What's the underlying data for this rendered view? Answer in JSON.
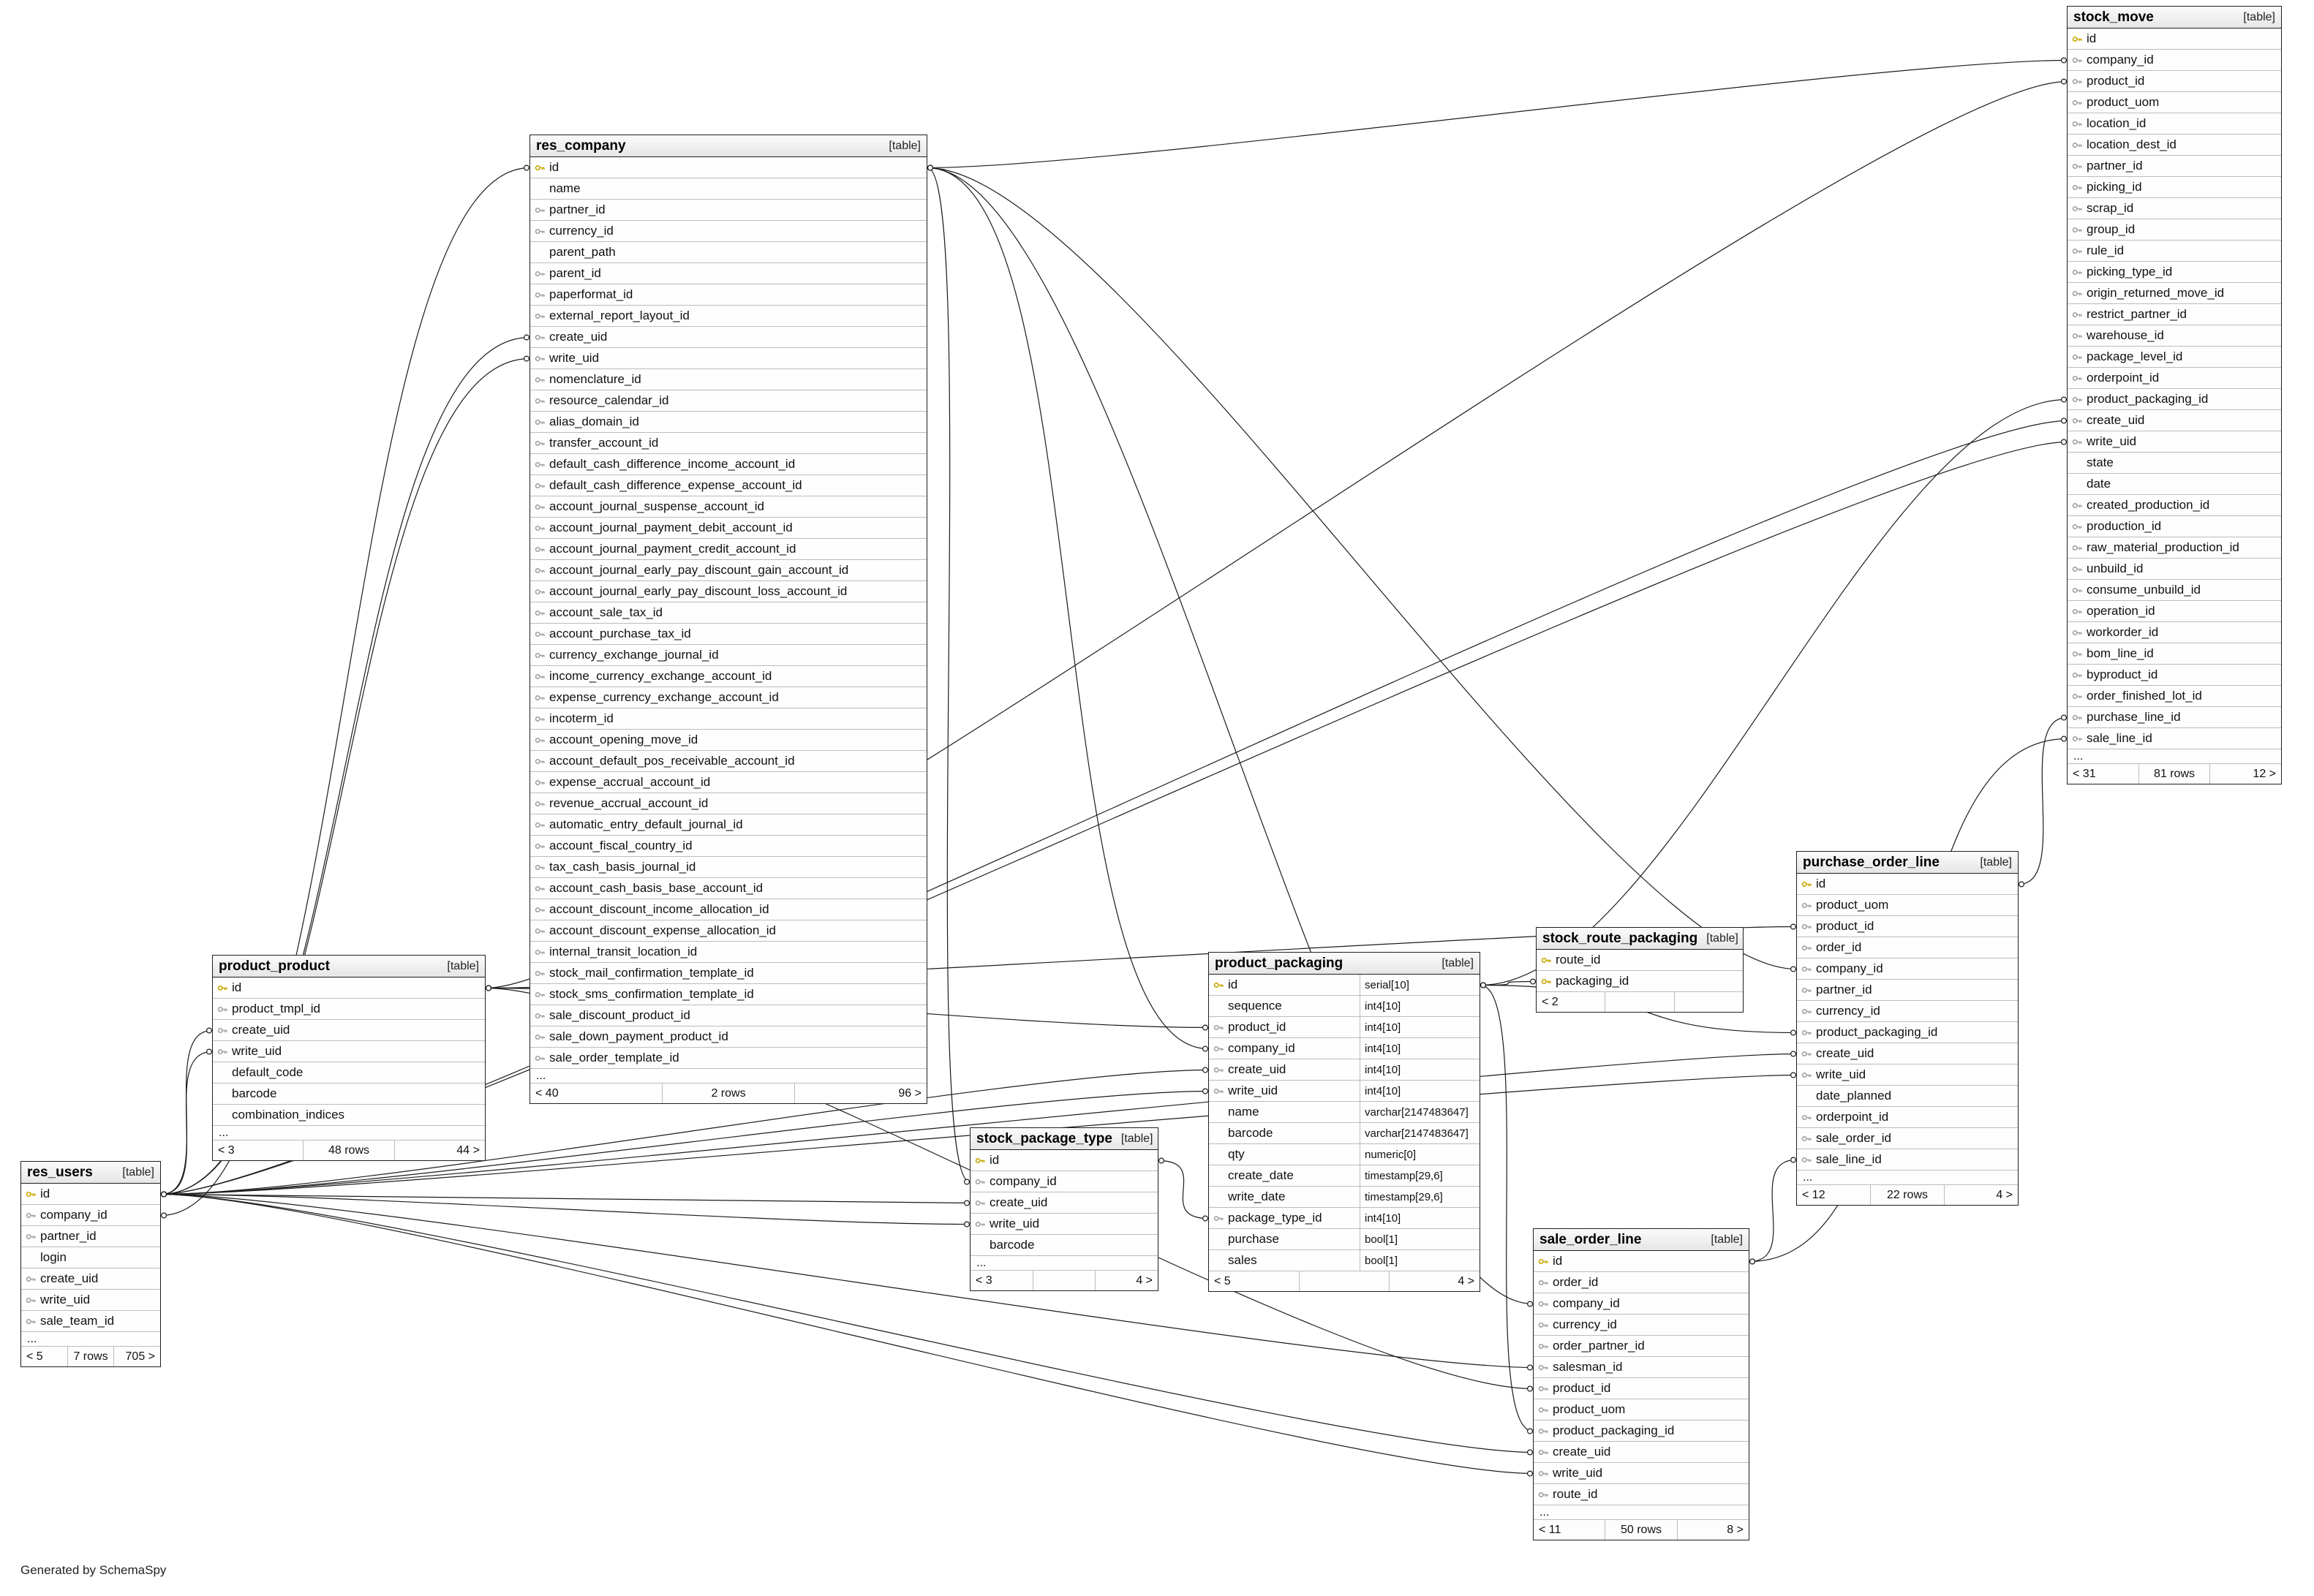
{
  "diagram": {
    "generator_note": "Generated by SchemaSpy",
    "ellipsis": "...",
    "colors": {
      "pk_key": "#c9a800",
      "fk_key": "#a3a3a3",
      "edge": "#1c1c1c"
    },
    "tables": [
      {
        "id": "stock_move",
        "name": "stock_move",
        "badge": "[table]",
        "show_types": false,
        "truncated": true,
        "footer": {
          "left": "< 31",
          "center": "81 rows",
          "right": "12 >"
        },
        "columns": [
          {
            "name": "id",
            "key": "pk"
          },
          {
            "name": "company_id",
            "key": "fk"
          },
          {
            "name": "product_id",
            "key": "fk"
          },
          {
            "name": "product_uom",
            "key": "fk"
          },
          {
            "name": "location_id",
            "key": "fk"
          },
          {
            "name": "location_dest_id",
            "key": "fk"
          },
          {
            "name": "partner_id",
            "key": "fk"
          },
          {
            "name": "picking_id",
            "key": "fk"
          },
          {
            "name": "scrap_id",
            "key": "fk"
          },
          {
            "name": "group_id",
            "key": "fk"
          },
          {
            "name": "rule_id",
            "key": "fk"
          },
          {
            "name": "picking_type_id",
            "key": "fk"
          },
          {
            "name": "origin_returned_move_id",
            "key": "fk"
          },
          {
            "name": "restrict_partner_id",
            "key": "fk"
          },
          {
            "name": "warehouse_id",
            "key": "fk"
          },
          {
            "name": "package_level_id",
            "key": "fk"
          },
          {
            "name": "orderpoint_id",
            "key": "fk"
          },
          {
            "name": "product_packaging_id",
            "key": "fk"
          },
          {
            "name": "create_uid",
            "key": "fk"
          },
          {
            "name": "write_uid",
            "key": "fk"
          },
          {
            "name": "state"
          },
          {
            "name": "date"
          },
          {
            "name": "created_production_id",
            "key": "fk"
          },
          {
            "name": "production_id",
            "key": "fk"
          },
          {
            "name": "raw_material_production_id",
            "key": "fk"
          },
          {
            "name": "unbuild_id",
            "key": "fk"
          },
          {
            "name": "consume_unbuild_id",
            "key": "fk"
          },
          {
            "name": "operation_id",
            "key": "fk"
          },
          {
            "name": "workorder_id",
            "key": "fk"
          },
          {
            "name": "bom_line_id",
            "key": "fk"
          },
          {
            "name": "byproduct_id",
            "key": "fk"
          },
          {
            "name": "order_finished_lot_id",
            "key": "fk"
          },
          {
            "name": "purchase_line_id",
            "key": "fk"
          },
          {
            "name": "sale_line_id",
            "key": "fk"
          }
        ]
      },
      {
        "id": "res_company",
        "name": "res_company",
        "badge": "[table]",
        "show_types": false,
        "truncated": true,
        "footer": {
          "left": "< 40",
          "center": "2 rows",
          "right": "96 >"
        },
        "columns": [
          {
            "name": "id",
            "key": "pk"
          },
          {
            "name": "name"
          },
          {
            "name": "partner_id",
            "key": "fk"
          },
          {
            "name": "currency_id",
            "key": "fk"
          },
          {
            "name": "parent_path"
          },
          {
            "name": "parent_id",
            "key": "fk"
          },
          {
            "name": "paperformat_id",
            "key": "fk"
          },
          {
            "name": "external_report_layout_id",
            "key": "fk"
          },
          {
            "name": "create_uid",
            "key": "fk"
          },
          {
            "name": "write_uid",
            "key": "fk"
          },
          {
            "name": "nomenclature_id",
            "key": "fk"
          },
          {
            "name": "resource_calendar_id",
            "key": "fk"
          },
          {
            "name": "alias_domain_id",
            "key": "fk"
          },
          {
            "name": "transfer_account_id",
            "key": "fk"
          },
          {
            "name": "default_cash_difference_income_account_id",
            "key": "fk"
          },
          {
            "name": "default_cash_difference_expense_account_id",
            "key": "fk"
          },
          {
            "name": "account_journal_suspense_account_id",
            "key": "fk"
          },
          {
            "name": "account_journal_payment_debit_account_id",
            "key": "fk"
          },
          {
            "name": "account_journal_payment_credit_account_id",
            "key": "fk"
          },
          {
            "name": "account_journal_early_pay_discount_gain_account_id",
            "key": "fk"
          },
          {
            "name": "account_journal_early_pay_discount_loss_account_id",
            "key": "fk"
          },
          {
            "name": "account_sale_tax_id",
            "key": "fk"
          },
          {
            "name": "account_purchase_tax_id",
            "key": "fk"
          },
          {
            "name": "currency_exchange_journal_id",
            "key": "fk"
          },
          {
            "name": "income_currency_exchange_account_id",
            "key": "fk"
          },
          {
            "name": "expense_currency_exchange_account_id",
            "key": "fk"
          },
          {
            "name": "incoterm_id",
            "key": "fk"
          },
          {
            "name": "account_opening_move_id",
            "key": "fk"
          },
          {
            "name": "account_default_pos_receivable_account_id",
            "key": "fk"
          },
          {
            "name": "expense_accrual_account_id",
            "key": "fk"
          },
          {
            "name": "revenue_accrual_account_id",
            "key": "fk"
          },
          {
            "name": "automatic_entry_default_journal_id",
            "key": "fk"
          },
          {
            "name": "account_fiscal_country_id",
            "key": "fk"
          },
          {
            "name": "tax_cash_basis_journal_id",
            "key": "fk"
          },
          {
            "name": "account_cash_basis_base_account_id",
            "key": "fk"
          },
          {
            "name": "account_discount_income_allocation_id",
            "key": "fk"
          },
          {
            "name": "account_discount_expense_allocation_id",
            "key": "fk"
          },
          {
            "name": "internal_transit_location_id",
            "key": "fk"
          },
          {
            "name": "stock_mail_confirmation_template_id",
            "key": "fk"
          },
          {
            "name": "stock_sms_confirmation_template_id",
            "key": "fk"
          },
          {
            "name": "sale_discount_product_id",
            "key": "fk"
          },
          {
            "name": "sale_down_payment_product_id",
            "key": "fk"
          },
          {
            "name": "sale_order_template_id",
            "key": "fk"
          }
        ]
      },
      {
        "id": "product_product",
        "name": "product_product",
        "badge": "[table]",
        "show_types": false,
        "truncated": true,
        "footer": {
          "left": "< 3",
          "center": "48 rows",
          "right": "44 >"
        },
        "columns": [
          {
            "name": "id",
            "key": "pk"
          },
          {
            "name": "product_tmpl_id",
            "key": "fk"
          },
          {
            "name": "create_uid",
            "key": "fk"
          },
          {
            "name": "write_uid",
            "key": "fk"
          },
          {
            "name": "default_code"
          },
          {
            "name": "barcode"
          },
          {
            "name": "combination_indices"
          }
        ]
      },
      {
        "id": "res_users",
        "name": "res_users",
        "badge": "[table]",
        "show_types": false,
        "truncated": true,
        "footer": {
          "left": "< 5",
          "center": "7 rows",
          "right": "705 >"
        },
        "columns": [
          {
            "name": "id",
            "key": "pk"
          },
          {
            "name": "company_id",
            "key": "fk"
          },
          {
            "name": "partner_id",
            "key": "fk"
          },
          {
            "name": "login"
          },
          {
            "name": "create_uid",
            "key": "fk"
          },
          {
            "name": "write_uid",
            "key": "fk"
          },
          {
            "name": "sale_team_id",
            "key": "fk"
          }
        ]
      },
      {
        "id": "stock_package_type",
        "name": "stock_package_type",
        "badge": "[table]",
        "show_types": false,
        "truncated": true,
        "footer": {
          "left": "< 3",
          "center": "",
          "right": "4 >"
        },
        "columns": [
          {
            "name": "id",
            "key": "pk"
          },
          {
            "name": "company_id",
            "key": "fk"
          },
          {
            "name": "create_uid",
            "key": "fk"
          },
          {
            "name": "write_uid",
            "key": "fk"
          },
          {
            "name": "barcode"
          }
        ]
      },
      {
        "id": "product_packaging",
        "name": "product_packaging",
        "badge": "[table]",
        "show_types": true,
        "truncated": false,
        "footer": {
          "left": "< 5",
          "center": "",
          "right": "4 >"
        },
        "columns": [
          {
            "name": "id",
            "key": "pk",
            "type": "serial[10]"
          },
          {
            "name": "sequence",
            "type": "int4[10]"
          },
          {
            "name": "product_id",
            "key": "fk",
            "type": "int4[10]"
          },
          {
            "name": "company_id",
            "key": "fk",
            "type": "int4[10]"
          },
          {
            "name": "create_uid",
            "key": "fk",
            "type": "int4[10]"
          },
          {
            "name": "write_uid",
            "key": "fk",
            "type": "int4[10]"
          },
          {
            "name": "name",
            "type": "varchar[2147483647]"
          },
          {
            "name": "barcode",
            "type": "varchar[2147483647]"
          },
          {
            "name": "qty",
            "type": "numeric[0]"
          },
          {
            "name": "create_date",
            "type": "timestamp[29,6]"
          },
          {
            "name": "write_date",
            "type": "timestamp[29,6]"
          },
          {
            "name": "package_type_id",
            "key": "fk",
            "type": "int4[10]"
          },
          {
            "name": "purchase",
            "type": "bool[1]"
          },
          {
            "name": "sales",
            "type": "bool[1]"
          }
        ]
      },
      {
        "id": "stock_route_packaging",
        "name": "stock_route_packaging",
        "badge": "[table]",
        "show_types": false,
        "truncated": false,
        "footer": {
          "left": "< 2",
          "center": "",
          "right": ""
        },
        "columns": [
          {
            "name": "route_id",
            "key": "pk"
          },
          {
            "name": "packaging_id",
            "key": "pk"
          }
        ]
      },
      {
        "id": "purchase_order_line",
        "name": "purchase_order_line",
        "badge": "[table]",
        "show_types": false,
        "truncated": true,
        "footer": {
          "left": "< 12",
          "center": "22 rows",
          "right": "4 >"
        },
        "columns": [
          {
            "name": "id",
            "key": "pk"
          },
          {
            "name": "product_uom",
            "key": "fk"
          },
          {
            "name": "product_id",
            "key": "fk"
          },
          {
            "name": "order_id",
            "key": "fk"
          },
          {
            "name": "company_id",
            "key": "fk"
          },
          {
            "name": "partner_id",
            "key": "fk"
          },
          {
            "name": "currency_id",
            "key": "fk"
          },
          {
            "name": "product_packaging_id",
            "key": "fk"
          },
          {
            "name": "create_uid",
            "key": "fk"
          },
          {
            "name": "write_uid",
            "key": "fk"
          },
          {
            "name": "date_planned"
          },
          {
            "name": "orderpoint_id",
            "key": "fk"
          },
          {
            "name": "sale_order_id",
            "key": "fk"
          },
          {
            "name": "sale_line_id",
            "key": "fk"
          }
        ]
      },
      {
        "id": "sale_order_line",
        "name": "sale_order_line",
        "badge": "[table]",
        "show_types": false,
        "truncated": true,
        "footer": {
          "left": "< 11",
          "center": "50 rows",
          "right": "8 >"
        },
        "columns": [
          {
            "name": "id",
            "key": "pk"
          },
          {
            "name": "order_id",
            "key": "fk"
          },
          {
            "name": "company_id",
            "key": "fk"
          },
          {
            "name": "currency_id",
            "key": "fk"
          },
          {
            "name": "order_partner_id",
            "key": "fk"
          },
          {
            "name": "salesman_id",
            "key": "fk"
          },
          {
            "name": "product_id",
            "key": "fk"
          },
          {
            "name": "product_uom",
            "key": "fk"
          },
          {
            "name": "product_packaging_id",
            "key": "fk"
          },
          {
            "name": "create_uid",
            "key": "fk"
          },
          {
            "name": "write_uid",
            "key": "fk"
          },
          {
            "name": "route_id",
            "key": "fk"
          }
        ]
      }
    ],
    "edges": [
      {
        "from": "stock_move.company_id",
        "to": "res_company.id"
      },
      {
        "from": "stock_move.product_id",
        "to": "product_product.id"
      },
      {
        "from": "stock_move.product_packaging_id",
        "to": "product_packaging.id"
      },
      {
        "from": "stock_move.create_uid",
        "to": "res_users.id"
      },
      {
        "from": "stock_move.write_uid",
        "to": "res_users.id"
      },
      {
        "from": "stock_move.purchase_line_id",
        "to": "purchase_order_line.id"
      },
      {
        "from": "stock_move.sale_line_id",
        "to": "sale_order_line.id"
      },
      {
        "from": "res_company.create_uid",
        "to": "res_users.id"
      },
      {
        "from": "res_company.write_uid",
        "to": "res_users.id"
      },
      {
        "from": "res_users.company_id",
        "to": "res_company.id"
      },
      {
        "from": "product_product.create_uid",
        "to": "res_users.id"
      },
      {
        "from": "product_product.write_uid",
        "to": "res_users.id"
      },
      {
        "from": "stock_package_type.company_id",
        "to": "res_company.id"
      },
      {
        "from": "stock_package_type.create_uid",
        "to": "res_users.id"
      },
      {
        "from": "stock_package_type.write_uid",
        "to": "res_users.id"
      },
      {
        "from": "product_packaging.product_id",
        "to": "product_product.id"
      },
      {
        "from": "product_packaging.company_id",
        "to": "res_company.id"
      },
      {
        "from": "product_packaging.create_uid",
        "to": "res_users.id"
      },
      {
        "from": "product_packaging.write_uid",
        "to": "res_users.id"
      },
      {
        "from": "product_packaging.package_type_id",
        "to": "stock_package_type.id"
      },
      {
        "from": "stock_route_packaging.packaging_id",
        "to": "product_packaging.id"
      },
      {
        "from": "purchase_order_line.product_id",
        "to": "product_product.id"
      },
      {
        "from": "purchase_order_line.company_id",
        "to": "res_company.id"
      },
      {
        "from": "purchase_order_line.product_packaging_id",
        "to": "product_packaging.id"
      },
      {
        "from": "purchase_order_line.create_uid",
        "to": "res_users.id"
      },
      {
        "from": "purchase_order_line.write_uid",
        "to": "res_users.id"
      },
      {
        "from": "purchase_order_line.sale_line_id",
        "to": "sale_order_line.id"
      },
      {
        "from": "sale_order_line.company_id",
        "to": "res_company.id"
      },
      {
        "from": "sale_order_line.product_id",
        "to": "product_product.id"
      },
      {
        "from": "sale_order_line.product_packaging_id",
        "to": "product_packaging.id"
      },
      {
        "from": "sale_order_line.salesman_id",
        "to": "res_users.id"
      },
      {
        "from": "sale_order_line.create_uid",
        "to": "res_users.id"
      },
      {
        "from": "sale_order_line.write_uid",
        "to": "res_users.id"
      }
    ]
  }
}
